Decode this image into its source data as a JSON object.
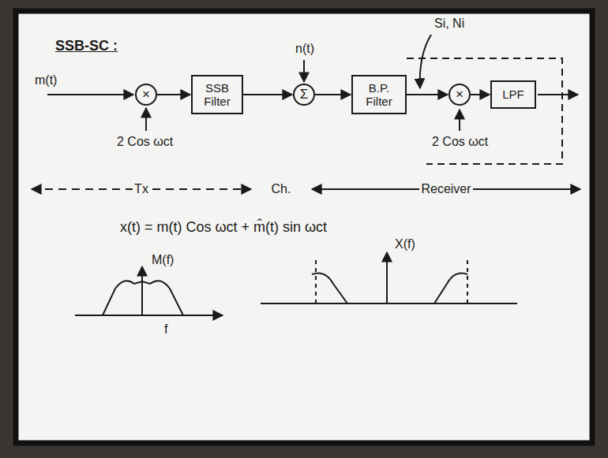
{
  "diagram": {
    "title": "SSB-SC :",
    "nodes": [
      {
        "text": [
          "×"
        ]
      },
      {
        "text": [
          "SSB Filter"
        ]
      },
      {
        "text": [
          "Σ"
        ]
      },
      {
        "text": [
          "B.P. Filter"
        ]
      },
      {
        "text": [
          "×"
        ]
      },
      {
        "text": [
          "LPF"
        ]
      }
    ],
    "edges": [
      {
        "from": 0,
        "to": 1,
        "arrow": "to"
      },
      {
        "from": 1,
        "to": 2,
        "arrow": "to"
      },
      {
        "from": 2,
        "to": 3,
        "arrow": "to"
      },
      {
        "from": 3,
        "to": 4,
        "arrow": "to"
      },
      {
        "from": 4,
        "to": 5,
        "arrow": "to"
      }
    ],
    "labels": [
      "m(t)",
      "2 Cos ωct",
      "n(t)",
      "Si, Ni",
      "2 Cos ωct",
      "Tx",
      "Ch.",
      "Receiver",
      "x(t) = m(t) Cos ωct + m̂(t) sin ωct",
      "M(f)",
      "f",
      "X(f)"
    ]
  }
}
